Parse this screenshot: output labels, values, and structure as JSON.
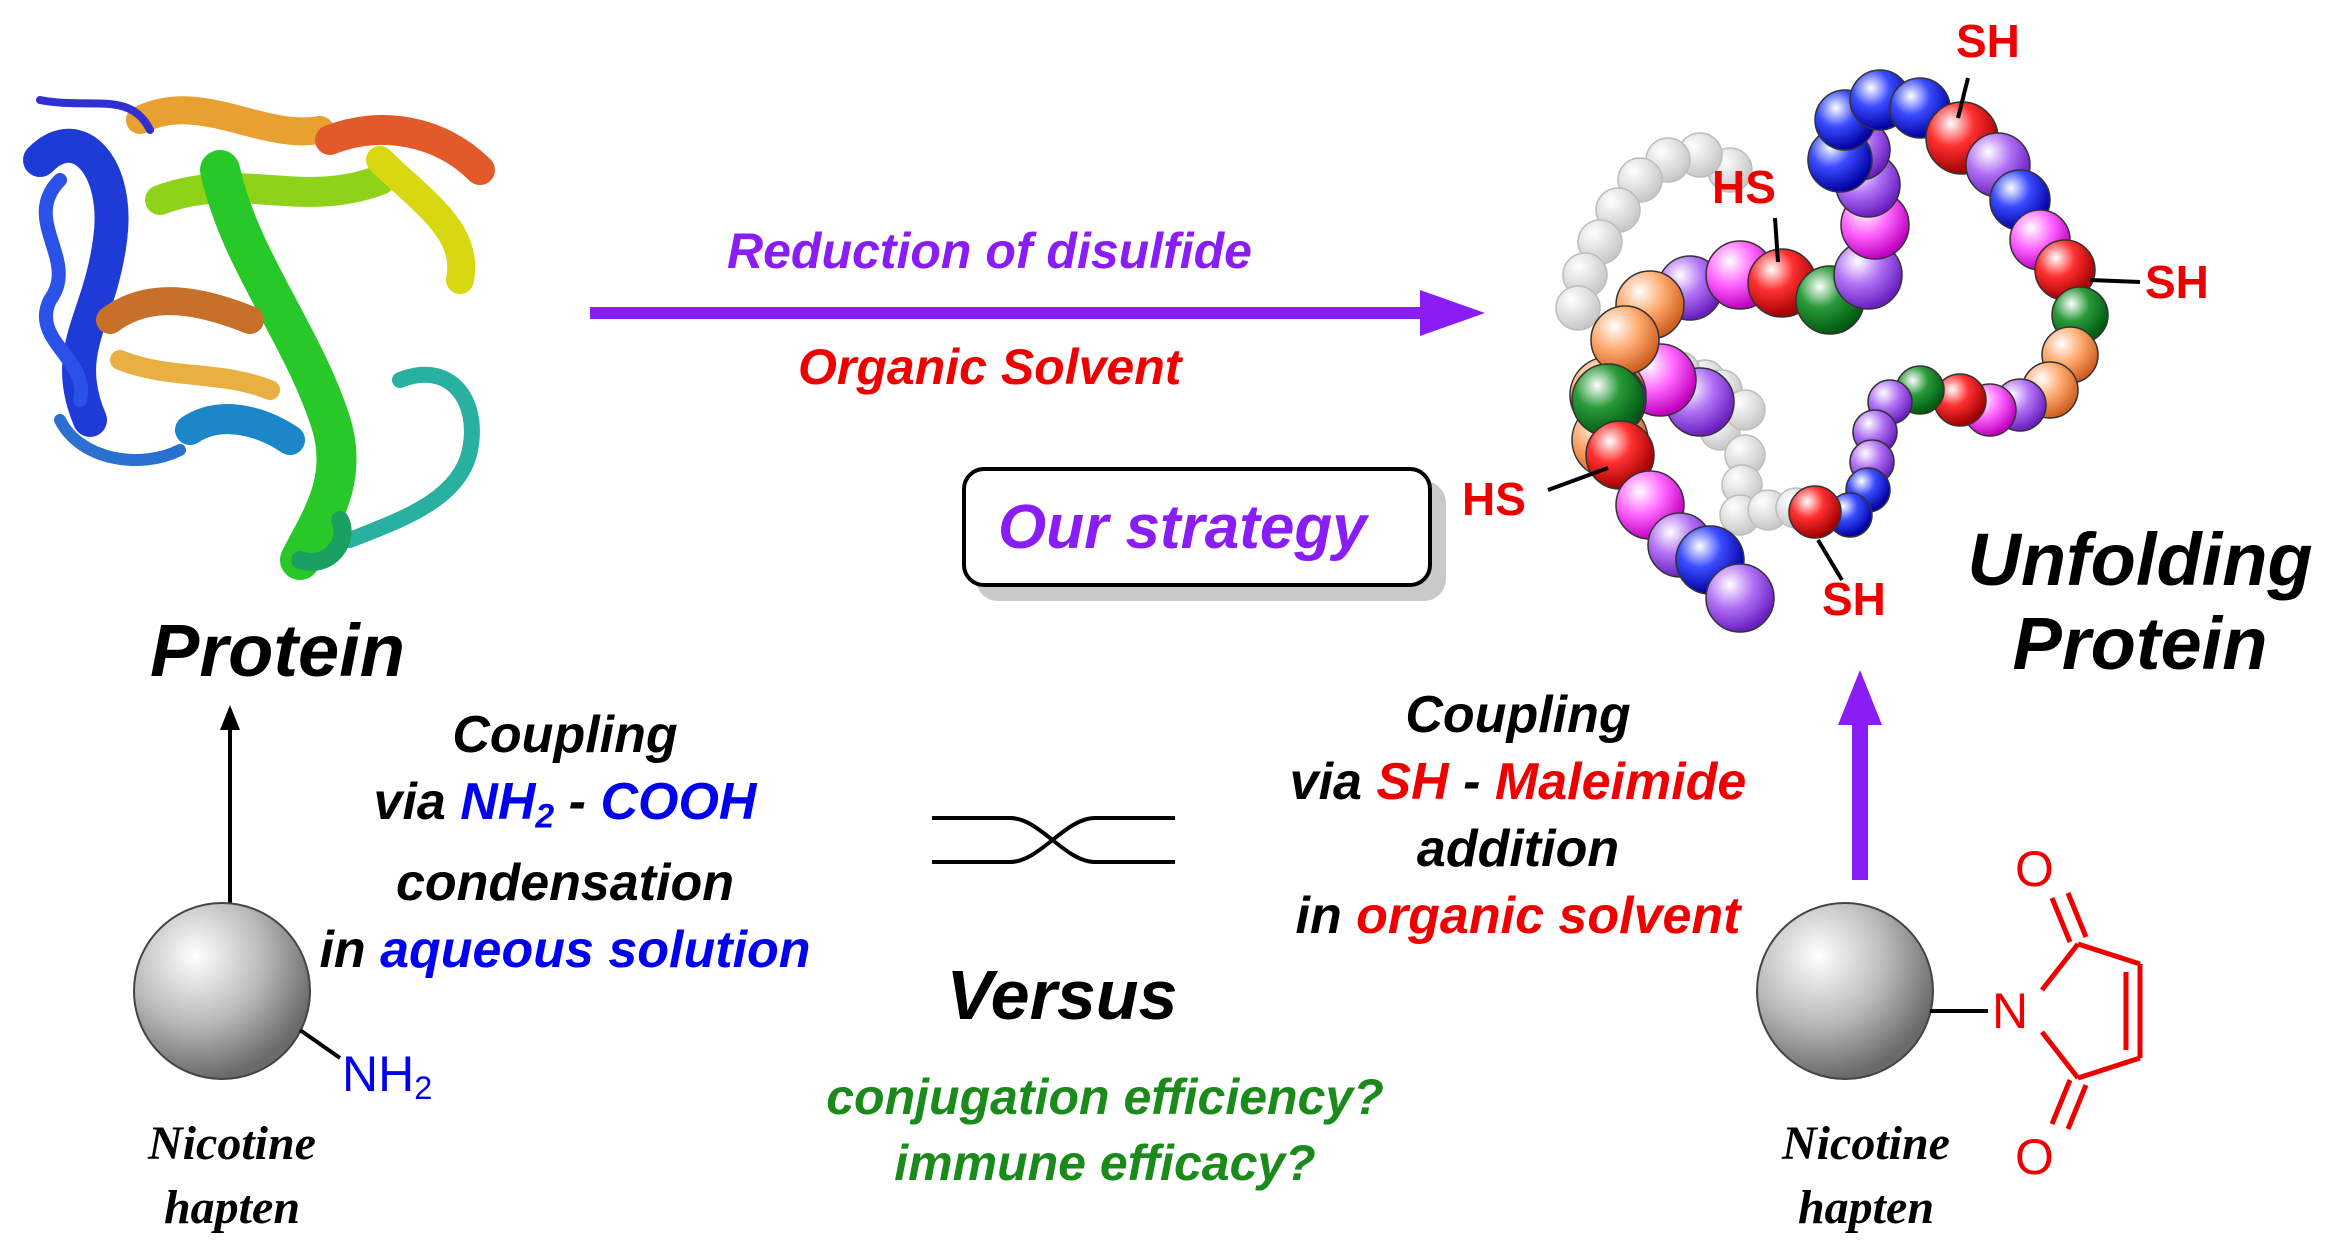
{
  "labels": {
    "protein": "Protein",
    "unfolding_line1": "Unfolding",
    "unfolding_line2": "Protein",
    "arrow_top": "Reduction of disulfide",
    "arrow_bottom": "Organic Solvent",
    "strategy": "Our strategy",
    "versus": "Versus",
    "question1": "conjugation efficiency?",
    "question2": "immune efficacy?"
  },
  "left_coupling": {
    "line1": "Coupling",
    "via": "via",
    "nh2": "NH",
    "nh2_sub": "2",
    "dash": "-",
    "cooh": "COOH",
    "line3": "condensation",
    "in": "in",
    "solution": "aqueous solution"
  },
  "right_coupling": {
    "line1": "Coupling",
    "via": "via",
    "sh": "SH",
    "dash": "-",
    "maleimide": "Maleimide",
    "line3": "addition",
    "in": "in",
    "solvent": "organic solvent"
  },
  "hapten_left": {
    "line1": "Nicotine",
    "line2": "hapten",
    "group": "NH",
    "group_sub": "2"
  },
  "hapten_right": {
    "line1": "Nicotine",
    "line2": "hapten",
    "n": "N",
    "o_top": "O",
    "o_bottom": "O"
  },
  "thiol_labels": [
    "SH",
    "HS",
    "SH",
    "HS",
    "SH"
  ],
  "colors": {
    "purple": "#8a1cf5",
    "red": "#ee0000",
    "blue": "#0000ee",
    "green": "#1a8a1a"
  }
}
